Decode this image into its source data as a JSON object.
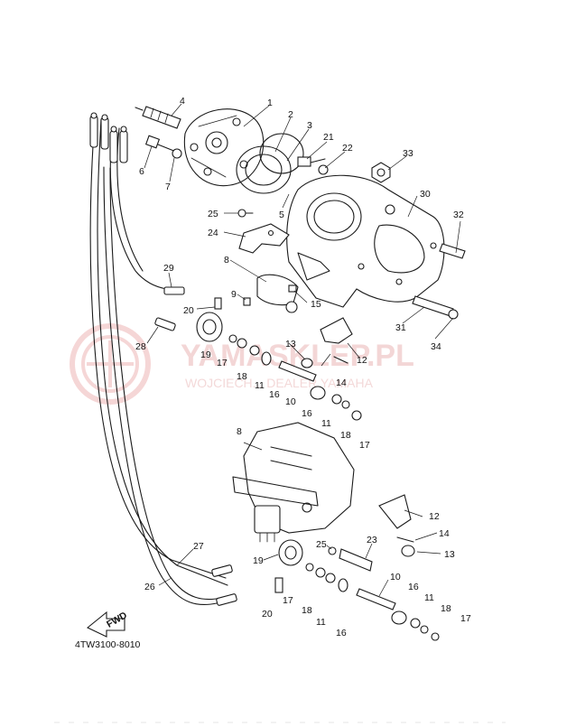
{
  "diagram_code": "4TW3100-8010",
  "fwd_arrow_label": "FWD",
  "watermark": {
    "title": "YAMASKLEP.PL",
    "subtitle": "WOJCIECH... DEALER YAMAHA"
  },
  "callouts": [
    "1",
    "2",
    "3",
    "4",
    "5",
    "6",
    "7",
    "8",
    "9",
    "10",
    "11",
    "12",
    "13",
    "14",
    "15",
    "16",
    "17",
    "18",
    "19",
    "20",
    "21",
    "22",
    "23",
    "24",
    "25",
    "26",
    "27",
    "28",
    "29",
    "30",
    "31",
    "32",
    "33",
    "34"
  ]
}
